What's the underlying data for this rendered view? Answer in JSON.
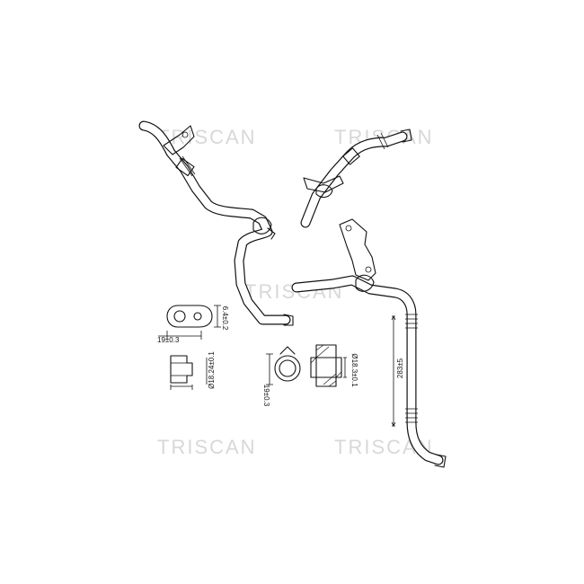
{
  "watermarks": [
    {
      "text": "TRISCAN"
    },
    {
      "text": "TRISCAN"
    },
    {
      "text": "TRISCAN"
    },
    {
      "text": "TRISCAN"
    },
    {
      "text": "TRISCAN"
    }
  ],
  "dimensions": {
    "flange_width": "19±0.3",
    "flange_thickness": "6.4±0.2",
    "flange_bore": "Ø18.24±0.1",
    "fitting_bore": "Ø18.3±0.1",
    "fitting_height": "19±0.3",
    "pipe_length": "283±5"
  },
  "colors": {
    "line": "#111111",
    "watermark": "#d8d8d8",
    "background": "#ffffff"
  }
}
